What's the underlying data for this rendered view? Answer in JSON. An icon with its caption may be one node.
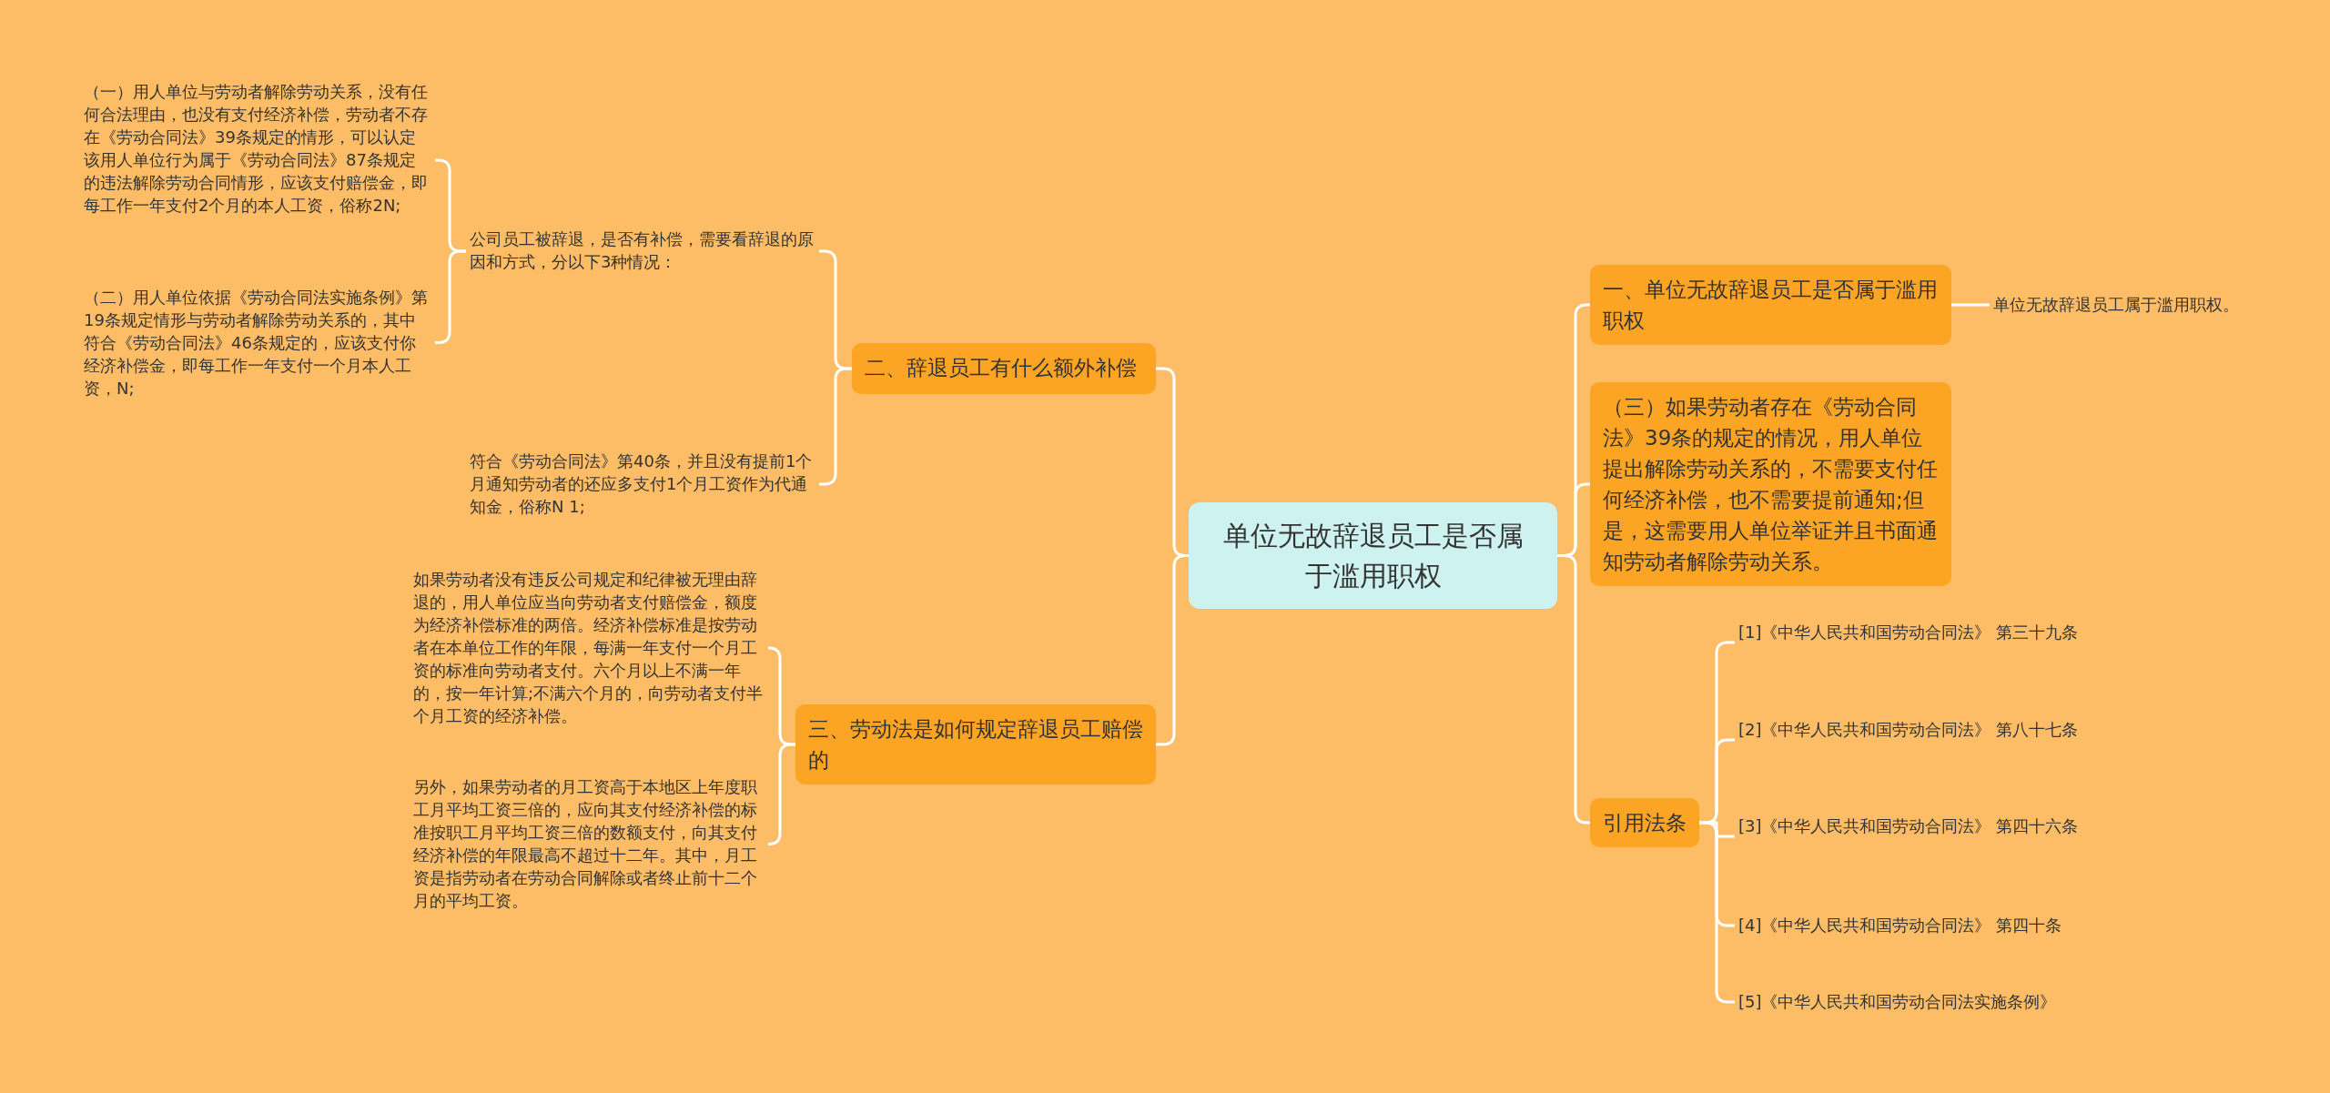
{
  "diagram": {
    "nodes": [
      {
        "text": [
          "单位无故辞退员工是否属于滥用职权"
        ]
      },
      {
        "text": [
          "一、单位无故辞退员工是否属于滥用职权"
        ]
      },
      {
        "text": [
          "单位无故辞退员工属于滥用职权。"
        ]
      },
      {
        "text": [
          "（三）如果劳动者存在《劳动合同法》39条的规定的情况，用人单位提出解除劳动关系的，不需要支付任何经济补偿，也不需要提前通知;但是，这需要用人单位举证并且书面通知劳动者解除劳动关系。"
        ]
      },
      {
        "text": [
          "引用法条"
        ]
      },
      {
        "text": [
          "[1]《中华人民共和国劳动合同法》 第三十九条"
        ]
      },
      {
        "text": [
          "[2]《中华人民共和国劳动合同法》 第八十七条"
        ]
      },
      {
        "text": [
          "[3]《中华人民共和国劳动合同法》 第四十六条"
        ]
      },
      {
        "text": [
          "[4]《中华人民共和国劳动合同法》 第四十条"
        ]
      },
      {
        "text": [
          "[5]《中华人民共和国劳动合同法实施条例》"
        ]
      },
      {
        "text": [
          "二、辞退员工有什么额外补偿"
        ]
      },
      {
        "text": [
          "公司员工被辞退，是否有补偿，需要看辞退的原因和方式，分以下3种情况："
        ]
      },
      {
        "text": [
          "（一）用人单位与劳动者解除劳动关系，没有任何合法理由，也没有支付经济补偿，劳动者不存在《劳动合同法》39条规定的情形，可以认定该用人单位行为属于《劳动合同法》87条规定的违法解除劳动合同情形，应该支付赔偿金，即每工作一年支付2个月的本人工资，俗称2N;"
        ]
      },
      {
        "text": [
          "（二）用人单位依据《劳动合同法实施条例》第19条规定情形与劳动者解除劳动关系的，其中符合《劳动合同法》46条规定的，应该支付你经济补偿金，即每工作一年支付一个月本人工资，N;"
        ]
      },
      {
        "text": [
          "符合《劳动合同法》第40条，并且没有提前1个月通知劳动者的还应多支付1个月工资作为代通知金，俗称N 1;"
        ]
      },
      {
        "text": [
          "三、劳动法是如何规定辞退员工赔偿的"
        ]
      },
      {
        "text": [
          "如果劳动者没有违反公司规定和纪律被无理由辞退的，用人单位应当向劳动者支付赔偿金，额度为经济补偿标准的两倍。经济补偿标准是按劳动者在本单位工作的年限，每满一年支付一个月工资的标准向劳动者支付。六个月以上不满一年的，按一年计算;不满六个月的，向劳动者支付半个月工资的经济补偿。"
        ]
      },
      {
        "text": [
          "另外，如果劳动者的月工资高于本地区上年度职工月平均工资三倍的，应向其支付经济补偿的标准按职工月平均工资三倍的数额支付，向其支付经济补偿的年限最高不超过十二年。其中，月工资是指劳动者在劳动合同解除或者终止前十二个月的平均工资。"
        ]
      }
    ],
    "edges": [
      {
        "from": 0,
        "to": 1,
        "arrow": "none"
      },
      {
        "from": 1,
        "to": 2,
        "arrow": "none"
      },
      {
        "from": 0,
        "to": 3,
        "arrow": "none"
      },
      {
        "from": 0,
        "to": 4,
        "arrow": "none"
      },
      {
        "from": 4,
        "to": 5,
        "arrow": "none"
      },
      {
        "from": 4,
        "to": 6,
        "arrow": "none"
      },
      {
        "from": 4,
        "to": 7,
        "arrow": "none"
      },
      {
        "from": 4,
        "to": 8,
        "arrow": "none"
      },
      {
        "from": 4,
        "to": 9,
        "arrow": "none"
      },
      {
        "from": 0,
        "to": 10,
        "arrow": "none"
      },
      {
        "from": 10,
        "to": 11,
        "arrow": "none"
      },
      {
        "from": 11,
        "to": 12,
        "arrow": "none"
      },
      {
        "from": 11,
        "to": 13,
        "arrow": "none"
      },
      {
        "from": 10,
        "to": 14,
        "arrow": "none"
      },
      {
        "from": 0,
        "to": 15,
        "arrow": "none"
      },
      {
        "from": 15,
        "to": 16,
        "arrow": "none"
      },
      {
        "from": 15,
        "to": 17,
        "arrow": "none"
      }
    ]
  }
}
